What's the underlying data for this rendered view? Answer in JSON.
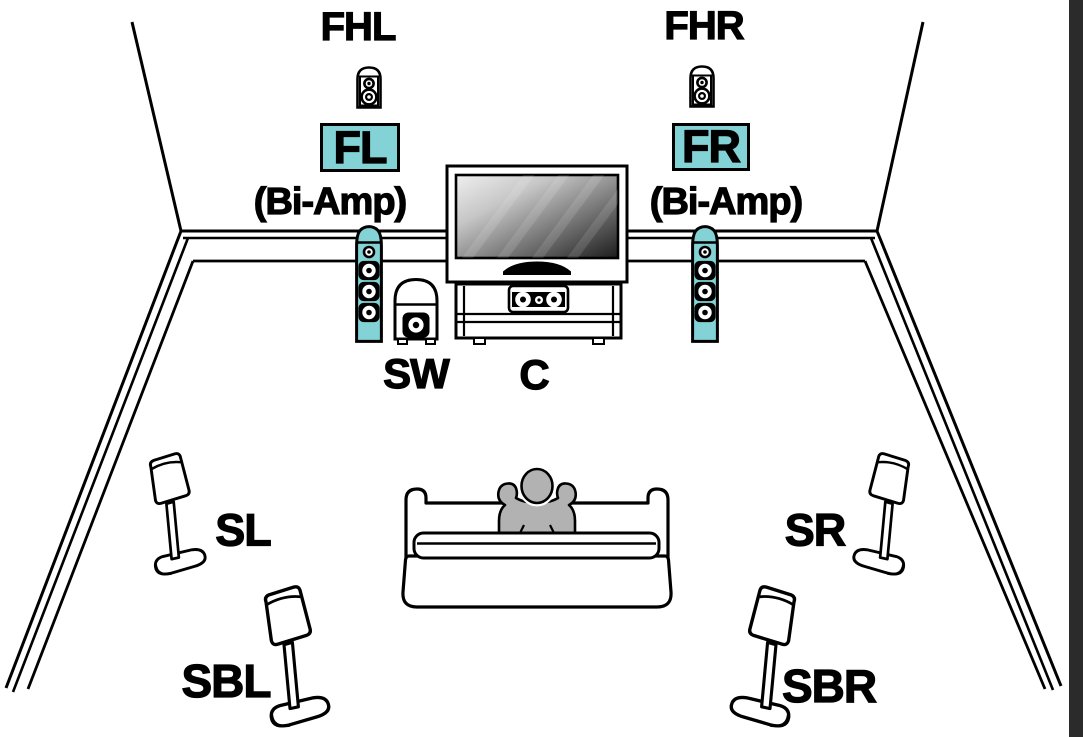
{
  "labels": {
    "front_height_left": "FHL",
    "front_height_right": "FHR",
    "front_left": "FL",
    "front_right": "FR",
    "bi_amp_left": "(Bi-Amp)",
    "bi_amp_right": "(Bi-Amp)",
    "subwoofer": "SW",
    "center": "C",
    "surround_left": "SL",
    "surround_right": "SR",
    "surround_back_left": "SBL",
    "surround_back_right": "SBR"
  },
  "colors": {
    "accent-teal": "#82d2d6",
    "person-gray": "#b2b2b2",
    "right-strip": "#2b2b2b",
    "outline": "#000000",
    "background": "#ffffff"
  },
  "icons": {
    "front_height_speakers": "bookshelf-speaker-icon",
    "front_towers": "tower-speaker-icon",
    "subwoofer": "subwoofer-icon",
    "center": "center-speaker-icon",
    "surrounds": "stand-speaker-icon",
    "display": "tv-icon",
    "listener": "person-on-sofa-icon"
  }
}
